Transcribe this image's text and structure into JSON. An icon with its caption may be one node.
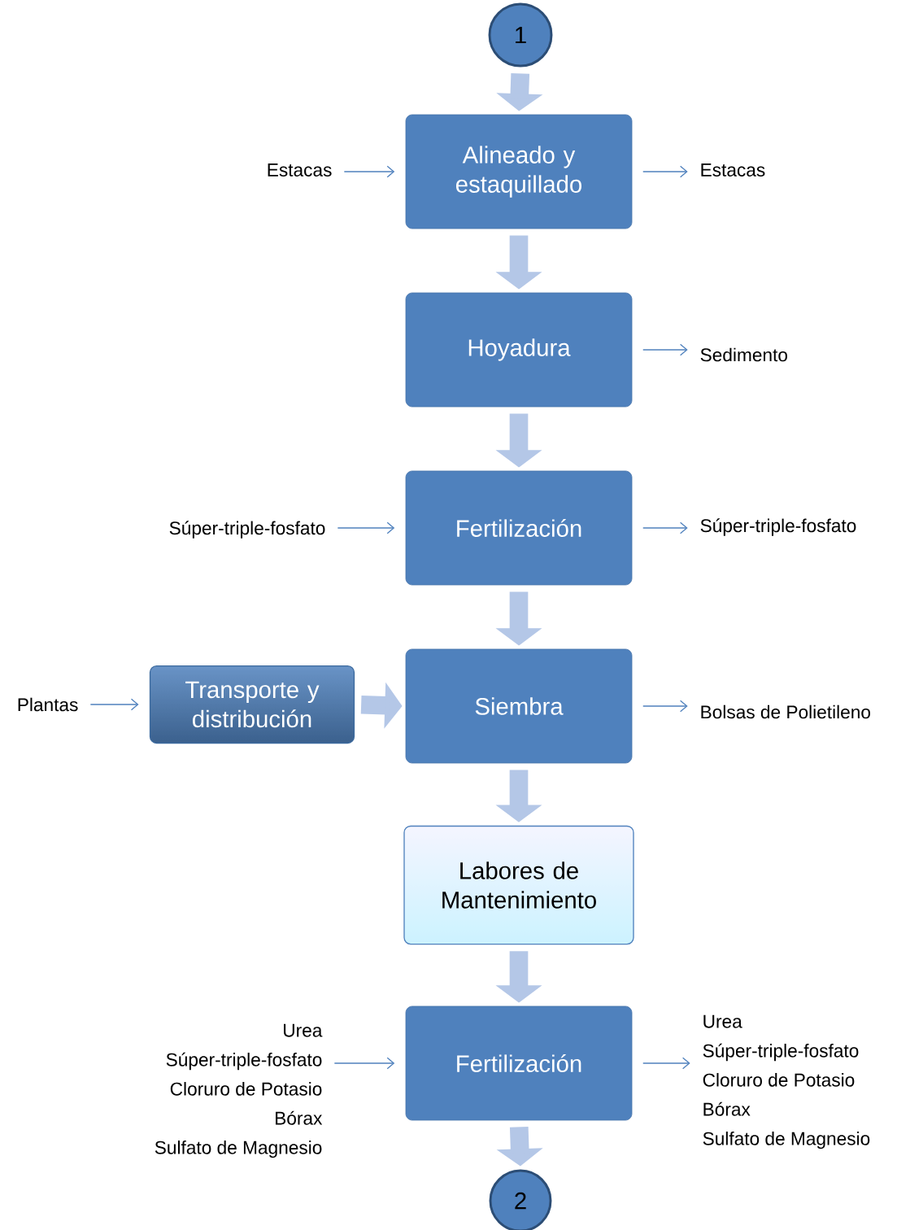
{
  "diagram": {
    "nodes": [
      {
        "text": [
          "1"
        ]
      },
      {
        "text": [
          "Alineado y estaquillado"
        ]
      },
      {
        "text": [
          "Hoyadura"
        ]
      },
      {
        "text": [
          "Fertilización"
        ]
      },
      {
        "text": [
          "Transporte y distribución"
        ]
      },
      {
        "text": [
          "Siembra"
        ]
      },
      {
        "text": [
          "Labores de Mantenimiento"
        ]
      },
      {
        "text": [
          "Fertilización"
        ]
      },
      {
        "text": [
          "2"
        ]
      },
      {
        "text": [
          "Estacas"
        ]
      },
      {
        "text": [
          "Estacas"
        ]
      },
      {
        "text": [
          "Sedimento"
        ]
      },
      {
        "text": [
          "Súper-triple-fosfato"
        ]
      },
      {
        "text": [
          "Súper-triple-fosfato"
        ]
      },
      {
        "text": [
          "Plantas"
        ]
      },
      {
        "text": [
          "Bolsas de Polietileno"
        ]
      },
      {
        "text": [
          "Urea",
          "Súper-triple-fosfato",
          "Cloruro de Potasio",
          "Bórax",
          "Sulfato de Magnesio"
        ]
      },
      {
        "text": [
          "Urea",
          "Súper-triple-fosfato",
          "Cloruro de Potasio",
          "Bórax",
          "Sulfato de Magnesio"
        ]
      }
    ],
    "edges": [
      {
        "from": 0,
        "to": 1,
        "arrow": "to",
        "style": "thick",
        "color": "#b4c7e7"
      },
      {
        "from": 1,
        "to": 2,
        "arrow": "to",
        "style": "thick",
        "color": "#b4c7e7"
      },
      {
        "from": 2,
        "to": 3,
        "arrow": "to",
        "style": "thick",
        "color": "#b4c7e7"
      },
      {
        "from": 3,
        "to": 5,
        "arrow": "to",
        "style": "thick",
        "color": "#b4c7e7"
      },
      {
        "from": 4,
        "to": 5,
        "arrow": "to",
        "style": "thick",
        "color": "#b4c7e7"
      },
      {
        "from": 5,
        "to": 6,
        "arrow": "to",
        "style": "thick",
        "color": "#b4c7e7"
      },
      {
        "from": 6,
        "to": 7,
        "arrow": "to",
        "style": "thick",
        "color": "#b4c7e7"
      },
      {
        "from": 7,
        "to": 8,
        "arrow": "to",
        "style": "thick",
        "color": "#b4c7e7"
      },
      {
        "from": 9,
        "to": 1,
        "arrow": "to"
      },
      {
        "from": 1,
        "to": 10,
        "arrow": "to"
      },
      {
        "from": 2,
        "to": 11,
        "arrow": "to"
      },
      {
        "from": 12,
        "to": 3,
        "arrow": "to"
      },
      {
        "from": 3,
        "to": 13,
        "arrow": "to"
      },
      {
        "from": 14,
        "to": 4,
        "arrow": "to"
      },
      {
        "from": 5,
        "to": 15,
        "arrow": "to"
      },
      {
        "from": 16,
        "to": 7,
        "arrow": "to"
      },
      {
        "from": 7,
        "to": 17,
        "arrow": "to"
      }
    ]
  }
}
